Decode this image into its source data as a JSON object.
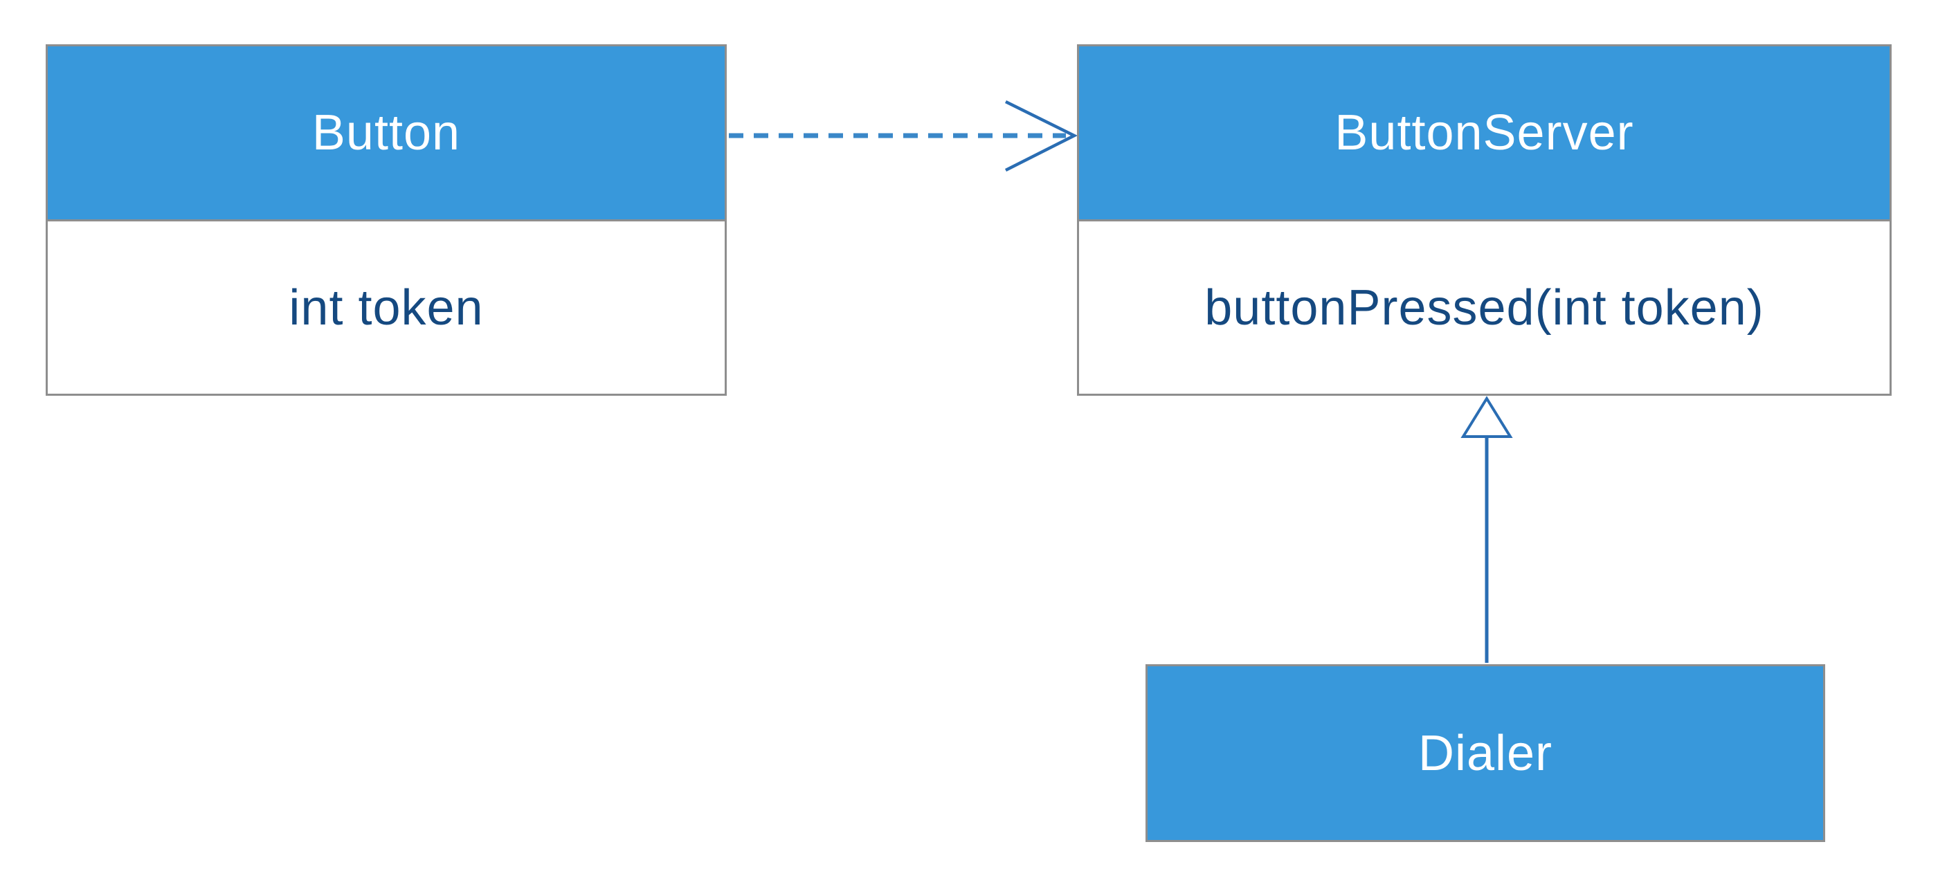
{
  "diagram": {
    "type": "uml-class-diagram",
    "background": "#ffffff",
    "colors": {
      "header_blue": "#3898db",
      "border_gray": "#8e8e8e",
      "title_white": "#ffffff",
      "member_navy": "#154980",
      "dash_blue": "#3a87c8",
      "line_blue": "#2a6db3"
    },
    "classes": [
      {
        "id": "button",
        "name": "Button",
        "members": [
          "int token"
        ]
      },
      {
        "id": "button-server",
        "name": "ButtonServer",
        "members": [
          "buttonPressed(int token)"
        ]
      },
      {
        "id": "dialer",
        "name": "Dialer",
        "members": []
      }
    ],
    "relations": [
      {
        "type": "dependency",
        "from": "Button",
        "to": "ButtonServer",
        "style": "dashed-open-arrow"
      },
      {
        "type": "generalization",
        "from": "Dialer",
        "to": "ButtonServer",
        "style": "solid-hollow-triangle"
      }
    ]
  }
}
